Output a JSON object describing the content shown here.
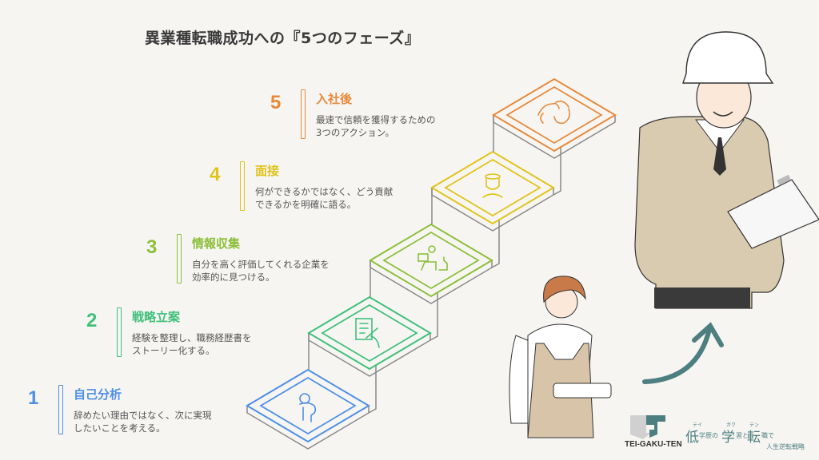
{
  "title": "異業種転職成功への『5つのフェーズ』",
  "phases": [
    {
      "num": "1",
      "name": "自己分析",
      "desc1": "辞めたい理由ではなく、次に実現",
      "desc2": "したいことを考える。",
      "color": "#4f8fe6",
      "icon": "person-icon"
    },
    {
      "num": "2",
      "name": "戦略立案",
      "desc1": "経験を整理し、職務経歴書を",
      "desc2": "ストーリー化する。",
      "color": "#3fbf7a",
      "icon": "document-pen-icon"
    },
    {
      "num": "3",
      "name": "情報収集",
      "desc1": "自分を高く評価してくれる企業を",
      "desc2": "効率的に見つける。",
      "color": "#8cbf3a",
      "icon": "laptop-person-icon"
    },
    {
      "num": "4",
      "name": "面接",
      "desc1": "何ができるかではなく、どう貢献",
      "desc2": "できるかを明確に語る。",
      "color": "#e0c31a",
      "icon": "interviewer-icon"
    },
    {
      "num": "5",
      "name": "入社後",
      "desc1": "最速で信頼を獲得するための",
      "desc2": "3つのアクション。",
      "color": "#e8893a",
      "icon": "handshake-icon"
    }
  ],
  "logo": {
    "name": "TEI-GAKU-TEN",
    "ruby1": "テイ",
    "ruby2": "ガク",
    "ruby3": "テン",
    "k1": "低",
    "s1": "学歴の",
    "k2": "学",
    "s2": "習と",
    "k3": "転",
    "s3": "職で",
    "sub": "人生逆転戦略"
  },
  "colors": {
    "accent_arrow": "#4d7f80",
    "stroke_gray": "#8a8a8a"
  }
}
